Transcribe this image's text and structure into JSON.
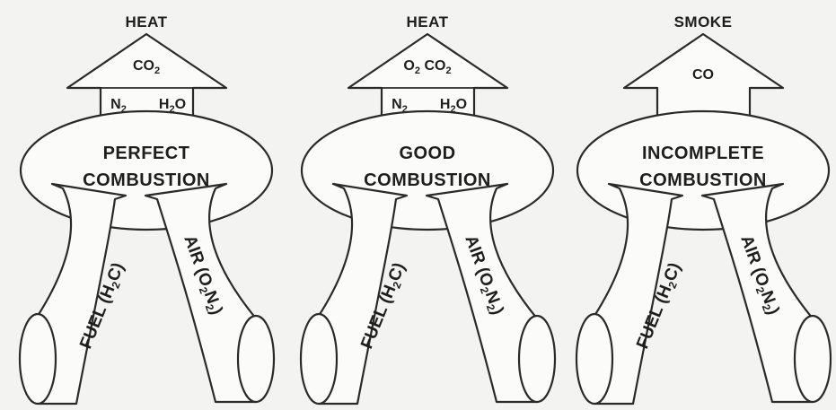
{
  "colors": {
    "line": "#2a2a2a",
    "fill": "#fbfbfa",
    "background": "#f3f3f1",
    "text": "#1e1e1e"
  },
  "panels": [
    {
      "top_label": "HEAT",
      "arrow_top": [
        "CO",
        "2"
      ],
      "arrow_bottom_left": [
        "N",
        "2"
      ],
      "arrow_bottom_right": [
        "H",
        "2",
        "O"
      ],
      "center_lines": [
        "PERFECT",
        "COMBUSTION"
      ],
      "fuel": [
        "FUEL (H",
        "2",
        "C)"
      ],
      "air": [
        "AIR (O",
        "2",
        "N",
        "2",
        ")"
      ]
    },
    {
      "top_label": "HEAT",
      "arrow_top": [
        "O",
        "2",
        " CO",
        "2"
      ],
      "arrow_bottom_left": [
        "N",
        "2"
      ],
      "arrow_bottom_right": [
        "H",
        "2",
        "O"
      ],
      "center_lines": [
        "GOOD",
        "COMBUSTION"
      ],
      "fuel": [
        "FUEL (H",
        "2",
        "C)"
      ],
      "air": [
        "AIR (O",
        "2",
        "N",
        "2",
        ")"
      ]
    },
    {
      "top_label": "SMOKE",
      "arrow_top": [
        "CO"
      ],
      "center_lines": [
        "INCOMPLETE",
        "COMBUSTION"
      ],
      "fuel": [
        "FUEL (H",
        "2",
        "C)"
      ],
      "air": [
        "AIR (O",
        "2",
        "N",
        "2",
        ")"
      ]
    }
  ]
}
